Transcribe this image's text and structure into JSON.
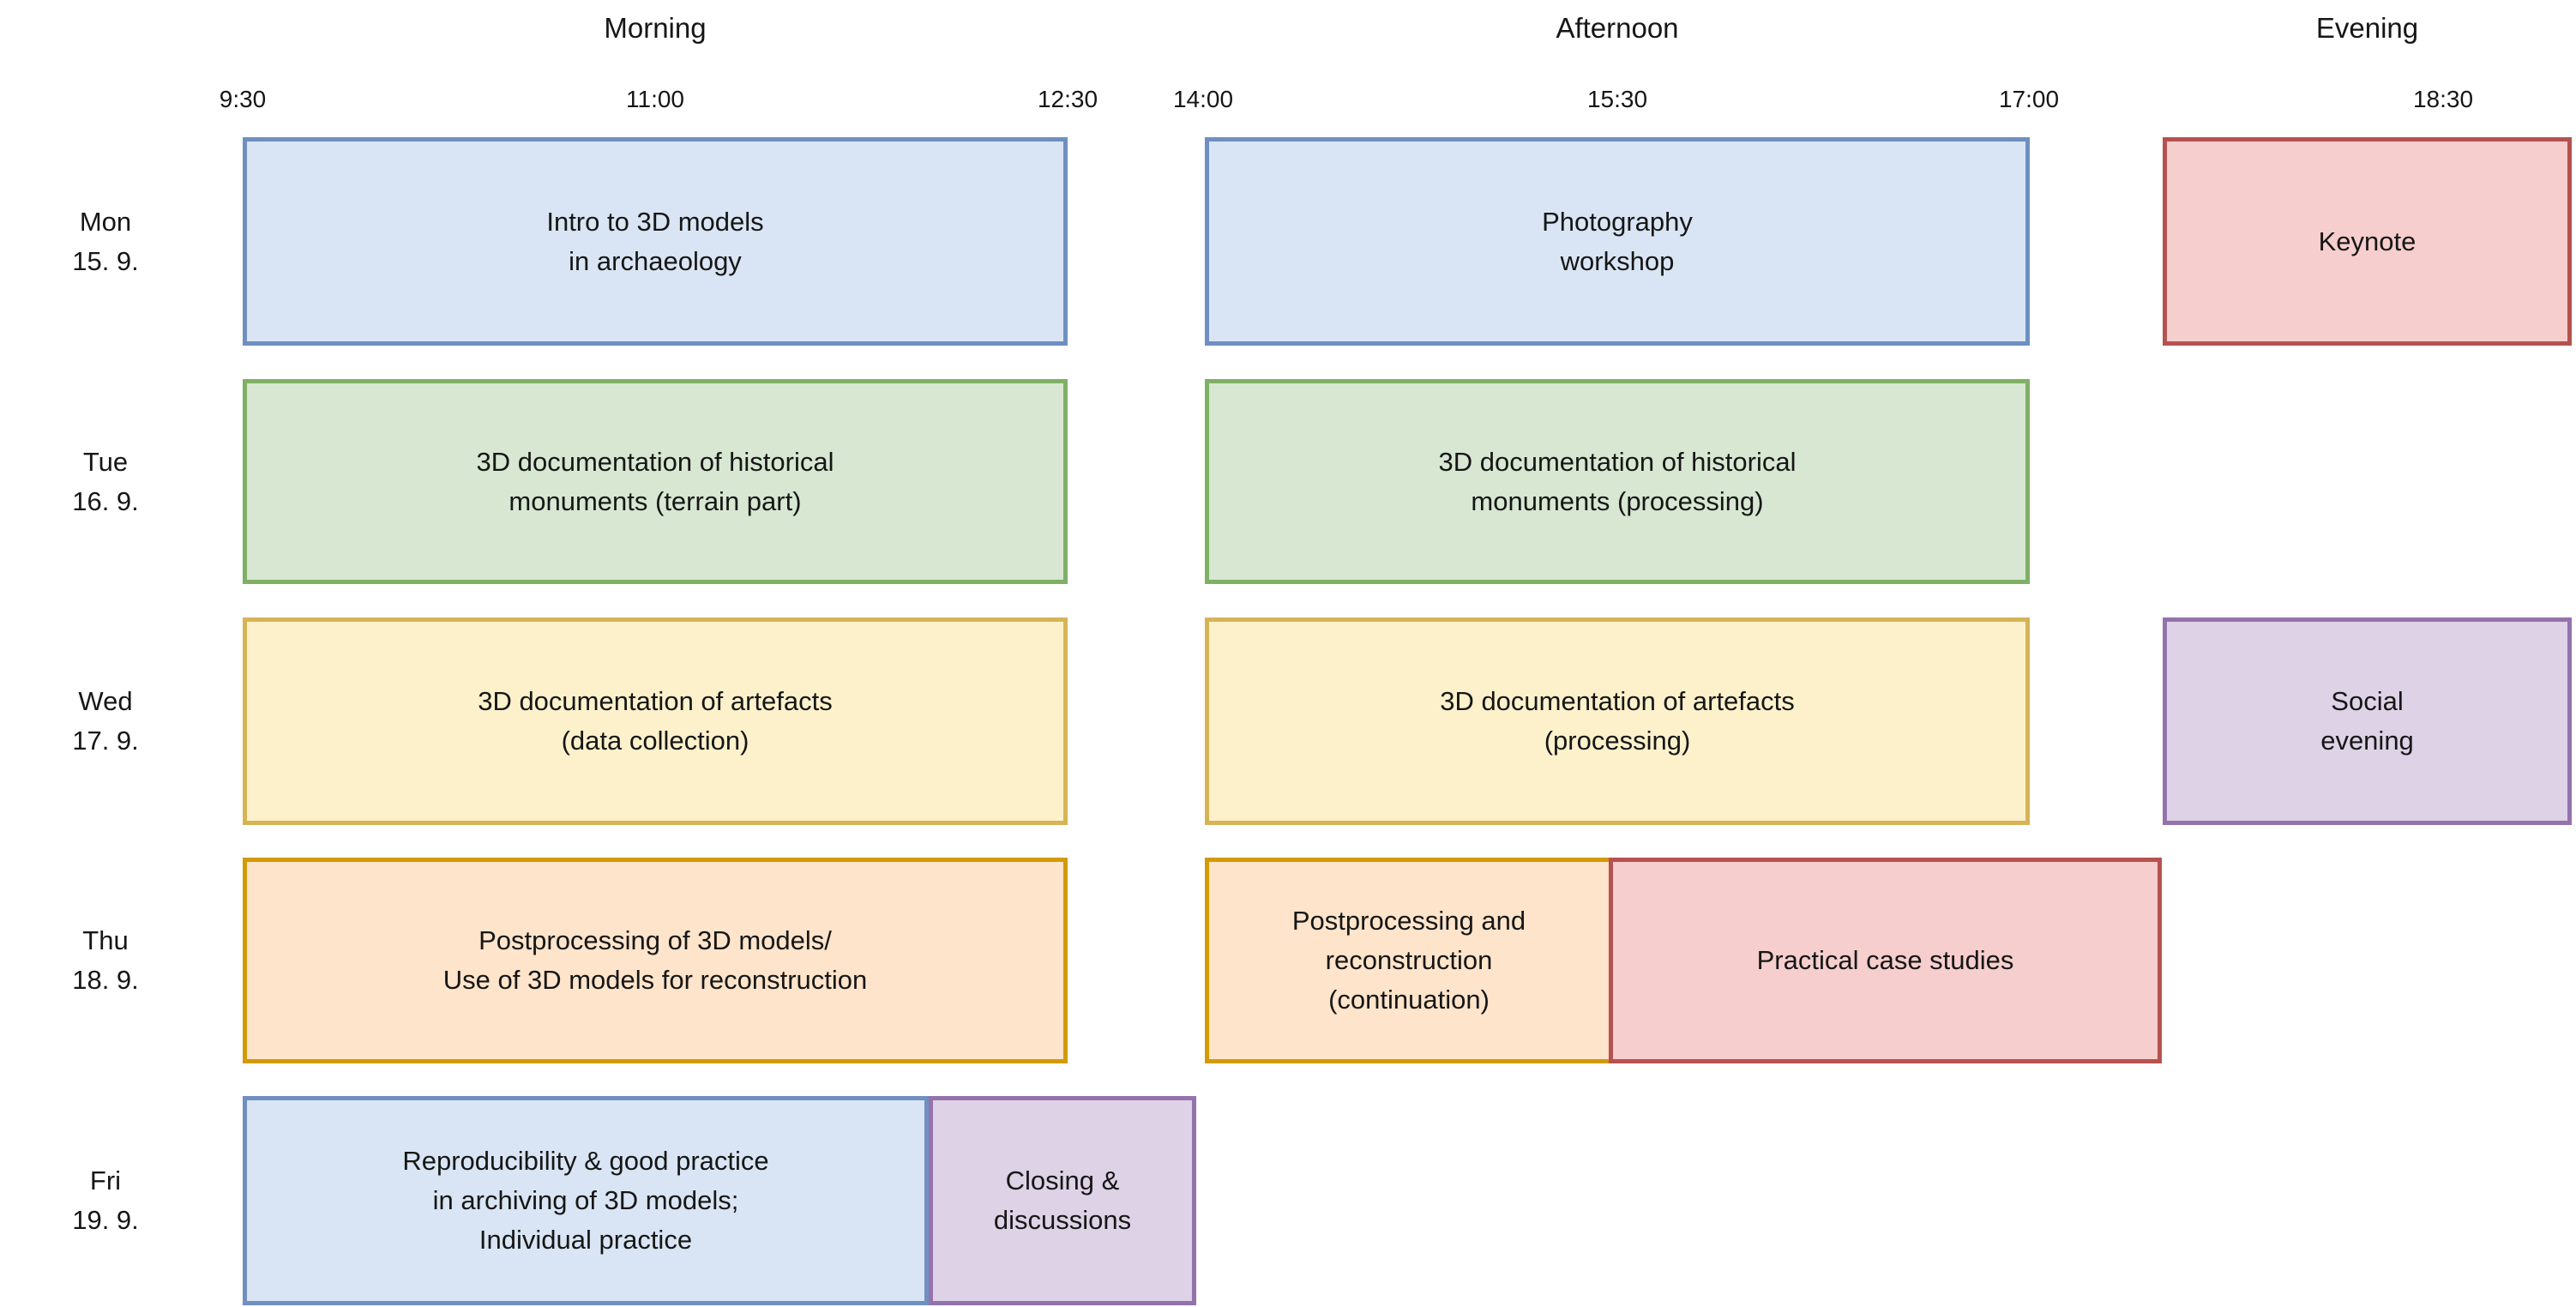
{
  "header": {
    "periods": [
      {
        "label": "Morning"
      },
      {
        "label": "Afternoon"
      },
      {
        "label": "Evening"
      }
    ],
    "time_ticks": [
      "9:30",
      "11:00",
      "12:30",
      "14:00",
      "15:30",
      "17:00",
      "18:30"
    ]
  },
  "colors": {
    "blue-fill": "#d9e5f4",
    "blue-border": "#6f8fc1",
    "green-fill": "#d7e7d2",
    "green-border": "#7fb065",
    "yellow-fill": "#fdf1cb",
    "yellow-border": "#d6b456",
    "orange-fill": "#fee4ca",
    "orange-border": "#d29a06",
    "red-fill": "#f6cecd",
    "red-border": "#b55250",
    "purple-fill": "#ded2e6",
    "purple-border": "#9473aa"
  },
  "days": [
    {
      "label": "Mon\n15. 9.",
      "sessions": [
        {
          "title": "Intro to 3D models\nin archaeology",
          "color": "blue",
          "period": "morning"
        },
        {
          "title": "Photography\nworkshop",
          "color": "blue",
          "period": "afternoon"
        },
        {
          "title": "Keynote",
          "color": "red",
          "period": "evening"
        }
      ]
    },
    {
      "label": "Tue\n16. 9.",
      "sessions": [
        {
          "title": "3D documentation of historical\nmonuments (terrain part)",
          "color": "green",
          "period": "morning"
        },
        {
          "title": "3D documentation of historical\nmonuments (processing)",
          "color": "green",
          "period": "afternoon"
        }
      ]
    },
    {
      "label": "Wed\n17. 9.",
      "sessions": [
        {
          "title": "3D documentation of artefacts\n(data collection)",
          "color": "yellow",
          "period": "morning"
        },
        {
          "title": "3D documentation of artefacts\n(processing)",
          "color": "yellow",
          "period": "afternoon"
        },
        {
          "title": "Social\nevening",
          "color": "purple",
          "period": "evening"
        }
      ]
    },
    {
      "label": "Thu\n18. 9.",
      "sessions": [
        {
          "title": "Postprocessing of 3D models/\nUse of 3D models for reconstruction",
          "color": "orange",
          "period": "morning"
        },
        {
          "title": "Postprocessing and\nreconstruction\n(continuation)",
          "color": "orange",
          "period": "afternoon-first-half"
        },
        {
          "title": "Practical case studies",
          "color": "red",
          "period": "afternoon-second-half"
        }
      ]
    },
    {
      "label": "Fri\n19. 9.",
      "sessions": [
        {
          "title": "Reproducibility & good practice\nin archiving of 3D models;\nIndividual practice",
          "color": "blue",
          "period": "morning-main"
        },
        {
          "title": "Closing &\ndiscussions",
          "color": "purple",
          "period": "morning-end"
        }
      ]
    }
  ]
}
